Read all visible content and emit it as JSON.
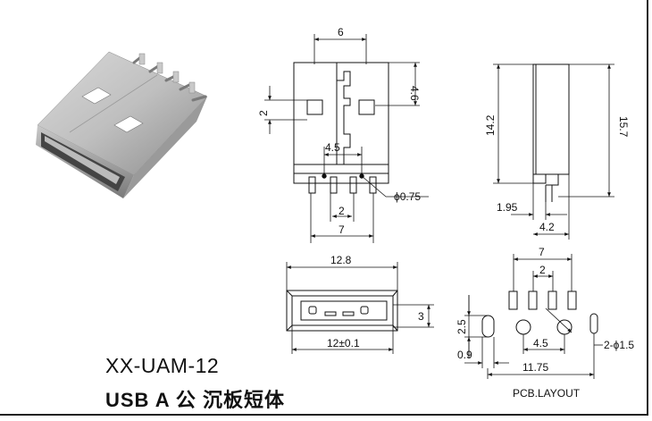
{
  "title": {
    "model": "XX-UAM-12",
    "description": "USB A 公  沉板短体"
  },
  "front_view": {
    "width": "6",
    "pad_height": "4.6",
    "pad_offset": "2",
    "pin_pitch_top": "4.5",
    "pin_diameter": "ϕ0.75",
    "pin_inner": "2",
    "pin_outer": "7"
  },
  "side_view": {
    "height_left": "14.2",
    "height_right": "15.7",
    "offset": "1.95",
    "depth": "4.2"
  },
  "bottom_view": {
    "width": "12.8",
    "inner_width": "12±0.1",
    "height": "3"
  },
  "pcb_layout": {
    "label": "PCB.LAYOUT",
    "outer_pitch": "7",
    "inner_pitch": "2",
    "hole_pitch": "4.5",
    "total_width": "11.75",
    "left_offset": "0.9",
    "slot_height": "2.5",
    "hole_diameter": "2-ϕ1.5"
  }
}
